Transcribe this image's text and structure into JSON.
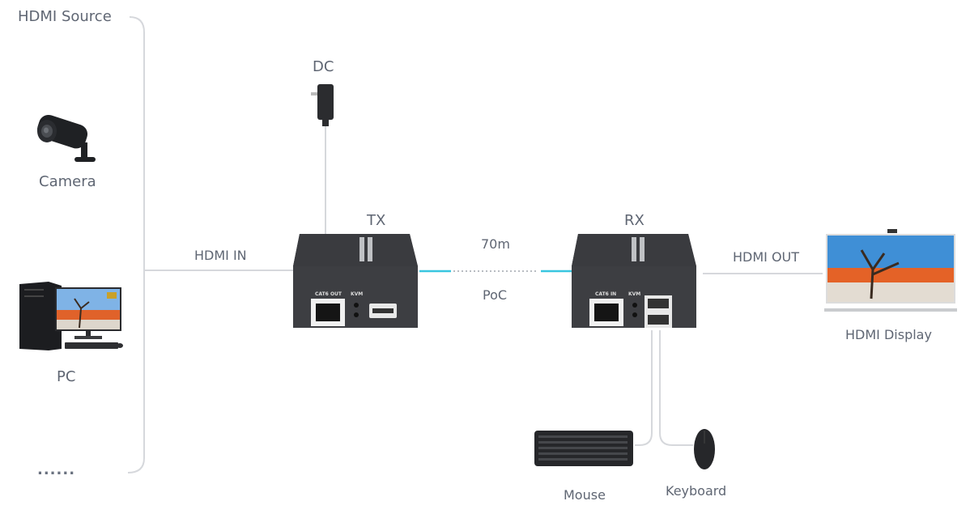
{
  "diagram": {
    "source_group": {
      "title": "HDMI Source",
      "items": [
        {
          "label": "Camera",
          "icon": "security-camera-icon"
        },
        {
          "label": "PC",
          "icon": "desktop-pc-icon"
        }
      ],
      "more": "......"
    },
    "power": {
      "label": "DC",
      "icon": "power-adapter-icon"
    },
    "transmitter": {
      "label": "TX",
      "port_rj45": "CAT6 OUT",
      "port_led": "KVM",
      "icon": "kvm-extender-tx-icon"
    },
    "receiver": {
      "label": "RX",
      "port_rj45": "CAT6 IN",
      "port_led": "KVM",
      "icon": "kvm-extender-rx-icon"
    },
    "links": {
      "hdmi_in": "HDMI IN",
      "hdmi_out": "HDMI OUT",
      "distance": "70m",
      "cable_type": "PoC"
    },
    "display": {
      "label": "HDMI Display",
      "icon": "tv-display-icon"
    },
    "peripherals": [
      {
        "label": "Mouse",
        "icon": "keyboard-icon"
      },
      {
        "label": "Keyboard",
        "icon": "mouse-icon"
      }
    ],
    "colors": {
      "text": "#5f6673",
      "line": "#d6d8dc",
      "cable_accent": "#38c6e0",
      "device_body": "#2f3033"
    }
  }
}
